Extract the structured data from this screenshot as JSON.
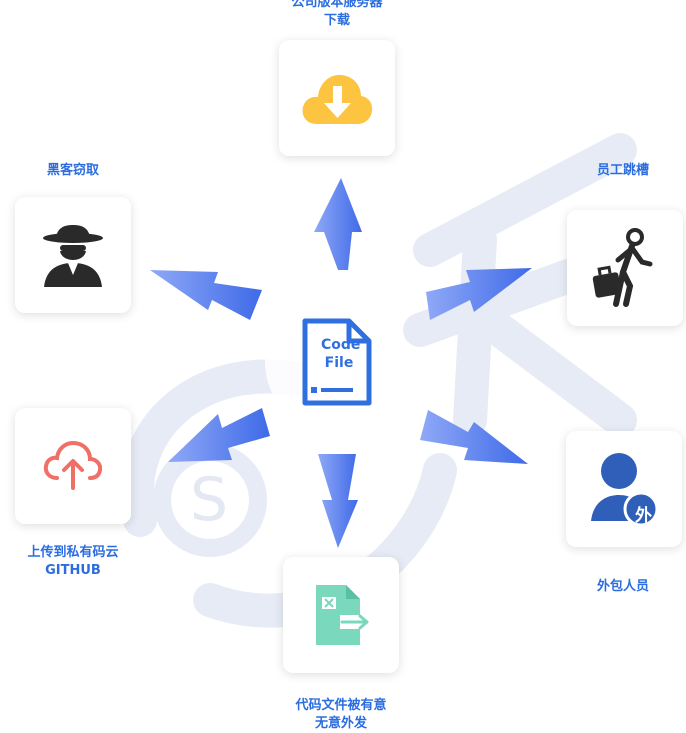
{
  "center": {
    "line1": "Code",
    "line2": "File"
  },
  "nodes": {
    "server_download": {
      "label_line1": "公司版本服务器",
      "label_line2": "下载",
      "icon": "cloud-download-icon"
    },
    "hacker": {
      "label": "黑客窃取",
      "icon": "hacker-spy-icon"
    },
    "employee_leave": {
      "label": "员工跳槽",
      "icon": "walking-person-icon"
    },
    "github": {
      "label_line1": "上传到私有码云",
      "label_line2": "GITHUB",
      "icon": "cloud-upload-icon"
    },
    "outsource": {
      "label": "外包人员",
      "badge": "外",
      "icon": "outsource-person-icon"
    },
    "unintentional": {
      "label_line1": "代码文件被有意",
      "label_line2": "无意外发",
      "icon": "excel-send-icon"
    }
  },
  "colors": {
    "label": "#2b6de0",
    "arrow": "#4f79ef",
    "file": "#2f6fe0",
    "cloud_download": "#fcc441",
    "cloud_upload": "#ef7066",
    "excel": "#7ad8bd",
    "person": "#2f5fb8"
  }
}
